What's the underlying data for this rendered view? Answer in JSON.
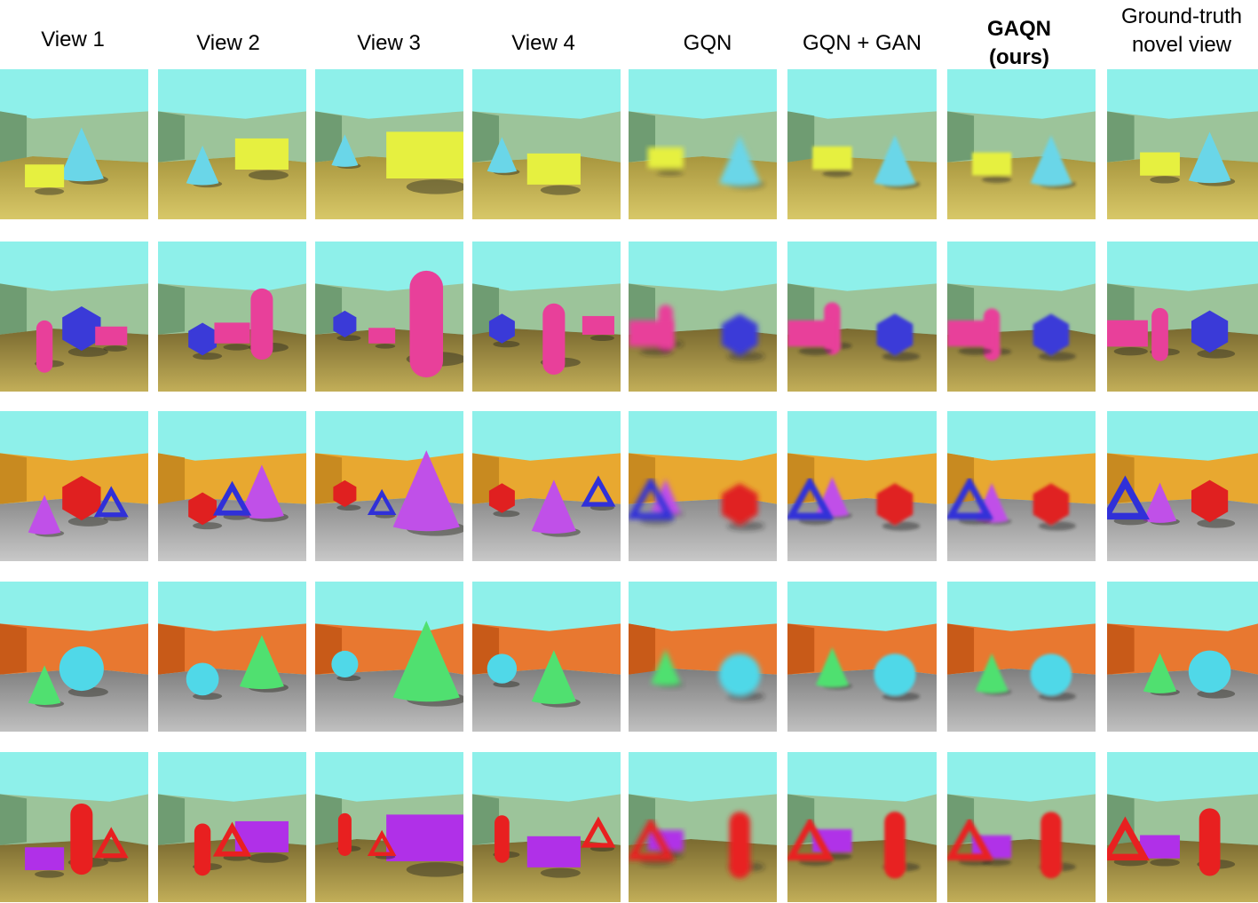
{
  "figure": {
    "columns": [
      {
        "label": "View 1",
        "bold": false
      },
      {
        "label": "View 2",
        "bold": false
      },
      {
        "label": "View 3",
        "bold": false
      },
      {
        "label": "View 4",
        "bold": false
      },
      {
        "label": "GQN",
        "bold": false
      },
      {
        "label": "GQN + GAN",
        "bold": false
      },
      {
        "label": "GAQN\n(ours)",
        "bold": true
      },
      {
        "label": "Ground-truth\nnovel view",
        "bold": false
      }
    ],
    "rows": [
      {
        "wall": "#9cc49a",
        "wallDark": "#6f9c72",
        "floor": "#d8c868",
        "floorFar": "#a8963e",
        "objects": [
          [
            "cone",
            "#6ad6e8"
          ],
          [
            "box",
            "#e6f040"
          ]
        ]
      },
      {
        "wall": "#9cc49a",
        "wallDark": "#6f9c72",
        "floor": "#c2ae58",
        "floorFar": "#7a6a30",
        "objects": [
          [
            "icosahedron",
            "#3a3ad8"
          ],
          [
            "capsule",
            "#e8409a"
          ],
          [
            "box",
            "#e8409a"
          ]
        ]
      },
      {
        "wall": "#e8a830",
        "wallDark": "#c88a20",
        "floor": "#c8c8c8",
        "floorFar": "#8a8a8a",
        "objects": [
          [
            "icosahedron",
            "#e02020"
          ],
          [
            "cone",
            "#c050e8"
          ],
          [
            "triangle-ring",
            "#3030d8"
          ]
        ]
      },
      {
        "wall": "#e87830",
        "wallDark": "#c85a18",
        "floor": "#c0c0c0",
        "floorFar": "#7e7e7e",
        "objects": [
          [
            "sphere",
            "#50d8e8"
          ],
          [
            "cone",
            "#50e070"
          ]
        ]
      },
      {
        "wall": "#9cc49a",
        "wallDark": "#6f9c72",
        "floor": "#c2ae58",
        "floorFar": "#7a6a30",
        "objects": [
          [
            "capsule",
            "#e82020"
          ],
          [
            "box",
            "#b030e8"
          ],
          [
            "triangle-ring",
            "#e82020"
          ]
        ]
      }
    ],
    "sky": "#8ef0ea"
  }
}
